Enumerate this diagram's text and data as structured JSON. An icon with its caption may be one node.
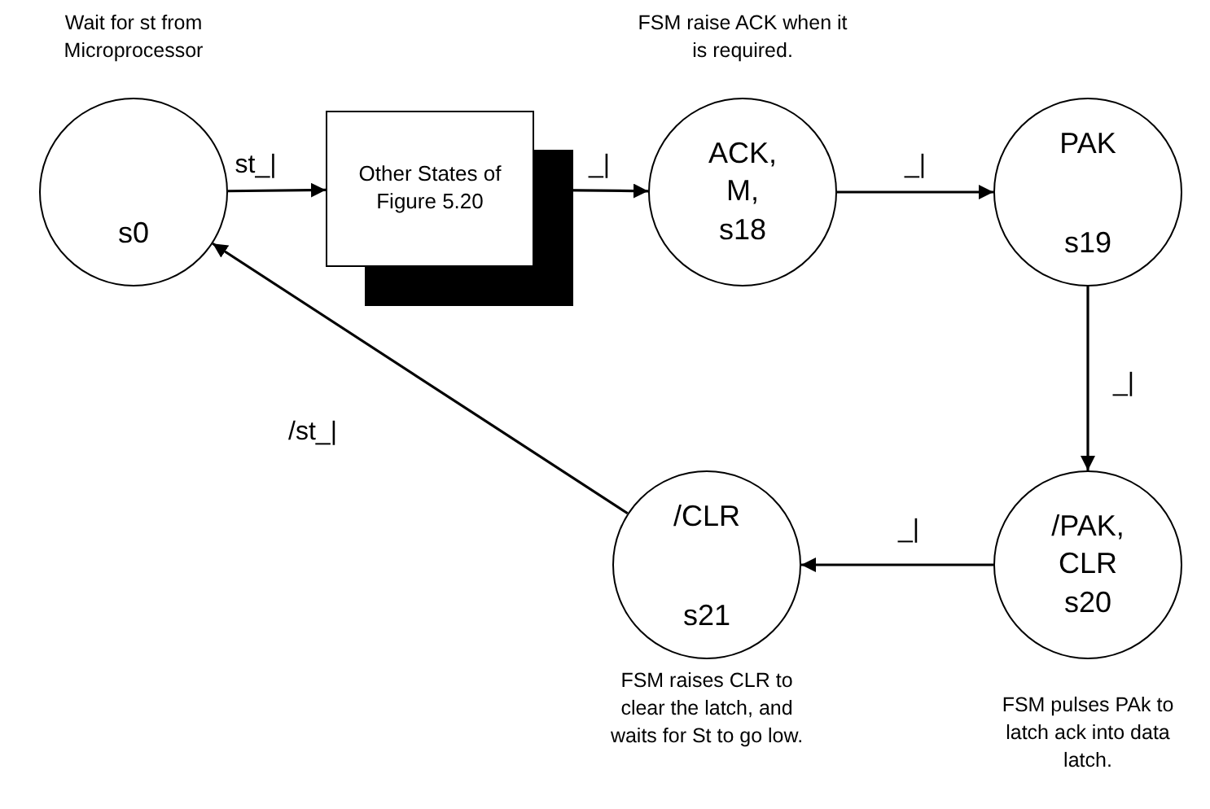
{
  "diagram": {
    "nodes": [
      {
        "text": [
          "s0"
        ],
        "beside": [
          "Wait for st from Microprocessor"
        ]
      },
      {
        "text": [
          "Other States of Figure 5.20"
        ]
      },
      {
        "text": [
          "ACK, M,",
          "s18"
        ],
        "beside": [
          "FSM raise ACK when it is required."
        ]
      },
      {
        "text": [
          "PAK",
          "s19"
        ]
      },
      {
        "text": [
          "/PAK, CLR",
          "s20"
        ],
        "beside": [
          "FSM pulses PAk to latch ack into data latch."
        ]
      },
      {
        "text": [
          "/CLR",
          "s21"
        ],
        "beside": [
          "FSM raises CLR to clear the latch, and waits for St to go low."
        ]
      }
    ],
    "edges": [
      {
        "from": 0,
        "to": 1,
        "arrow": "to",
        "label": "st_|"
      },
      {
        "from": 1,
        "to": 2,
        "arrow": "to",
        "label": "_|"
      },
      {
        "from": 2,
        "to": 3,
        "arrow": "to",
        "label": "_|"
      },
      {
        "from": 3,
        "to": 4,
        "arrow": "to",
        "label": "_|"
      },
      {
        "from": 4,
        "to": 5,
        "arrow": "to",
        "label": "_|"
      },
      {
        "from": 5,
        "to": 0,
        "arrow": "to",
        "label": "/st_|"
      }
    ]
  }
}
